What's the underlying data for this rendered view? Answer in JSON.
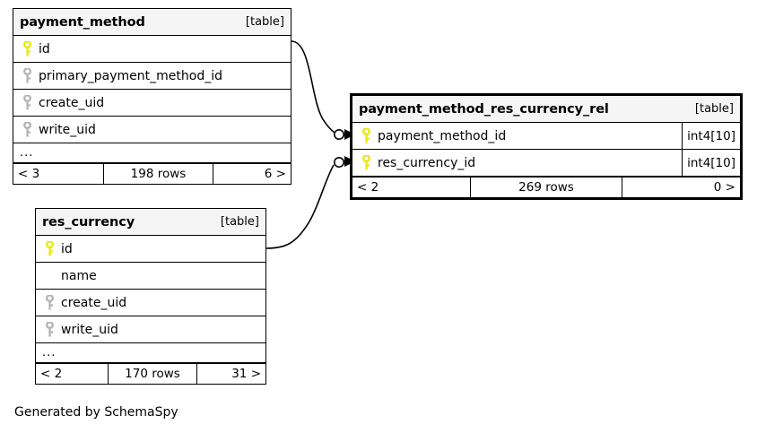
{
  "diagram": {
    "credit": "Generated by SchemaSpy",
    "table_tag": "[table]",
    "more_columns_marker": "...",
    "colors": {
      "primary_key": "#e8e80c",
      "foreign_key": "#b3b3b3",
      "border": "#000000",
      "header_background": "#f5f5f5",
      "canvas": "#ffffff"
    }
  },
  "tables": [
    {
      "id": "payment_method",
      "name": "payment_method",
      "tag": "[table]",
      "focal": false,
      "columns": [
        {
          "name": "id",
          "key": "primary"
        },
        {
          "name": "primary_payment_method_id",
          "key": "foreign"
        },
        {
          "name": "create_uid",
          "key": "foreign"
        },
        {
          "name": "write_uid",
          "key": "foreign"
        }
      ],
      "has_more_columns": true,
      "footer": {
        "left": "< 3",
        "middle": "198 rows",
        "right": "6 >"
      }
    },
    {
      "id": "payment_method_res_currency_rel",
      "name": "payment_method_res_currency_rel",
      "tag": "[table]",
      "focal": true,
      "columns": [
        {
          "name": "payment_method_id",
          "key": "primary",
          "type": "int4[10]"
        },
        {
          "name": "res_currency_id",
          "key": "primary",
          "type": "int4[10]"
        }
      ],
      "has_more_columns": false,
      "footer": {
        "left": "< 2",
        "middle": "269 rows",
        "right": "0 >"
      }
    },
    {
      "id": "res_currency",
      "name": "res_currency",
      "tag": "[table]",
      "focal": false,
      "columns": [
        {
          "name": "id",
          "key": "primary"
        },
        {
          "name": "name",
          "key": "none"
        },
        {
          "name": "create_uid",
          "key": "foreign"
        },
        {
          "name": "write_uid",
          "key": "foreign"
        }
      ],
      "has_more_columns": true,
      "footer": {
        "left": "< 2",
        "middle": "170 rows",
        "right": "31 >"
      }
    }
  ],
  "relationships": [
    {
      "id": "rel-payment-method",
      "from_table": "payment_method",
      "from_column": "id",
      "to_table": "payment_method_res_currency_rel",
      "to_column": "payment_method_id",
      "notation": "zero-or-more"
    },
    {
      "id": "rel-res-currency",
      "from_table": "res_currency",
      "from_column": "id",
      "to_table": "payment_method_res_currency_rel",
      "to_column": "res_currency_id",
      "notation": "zero-or-more"
    }
  ]
}
